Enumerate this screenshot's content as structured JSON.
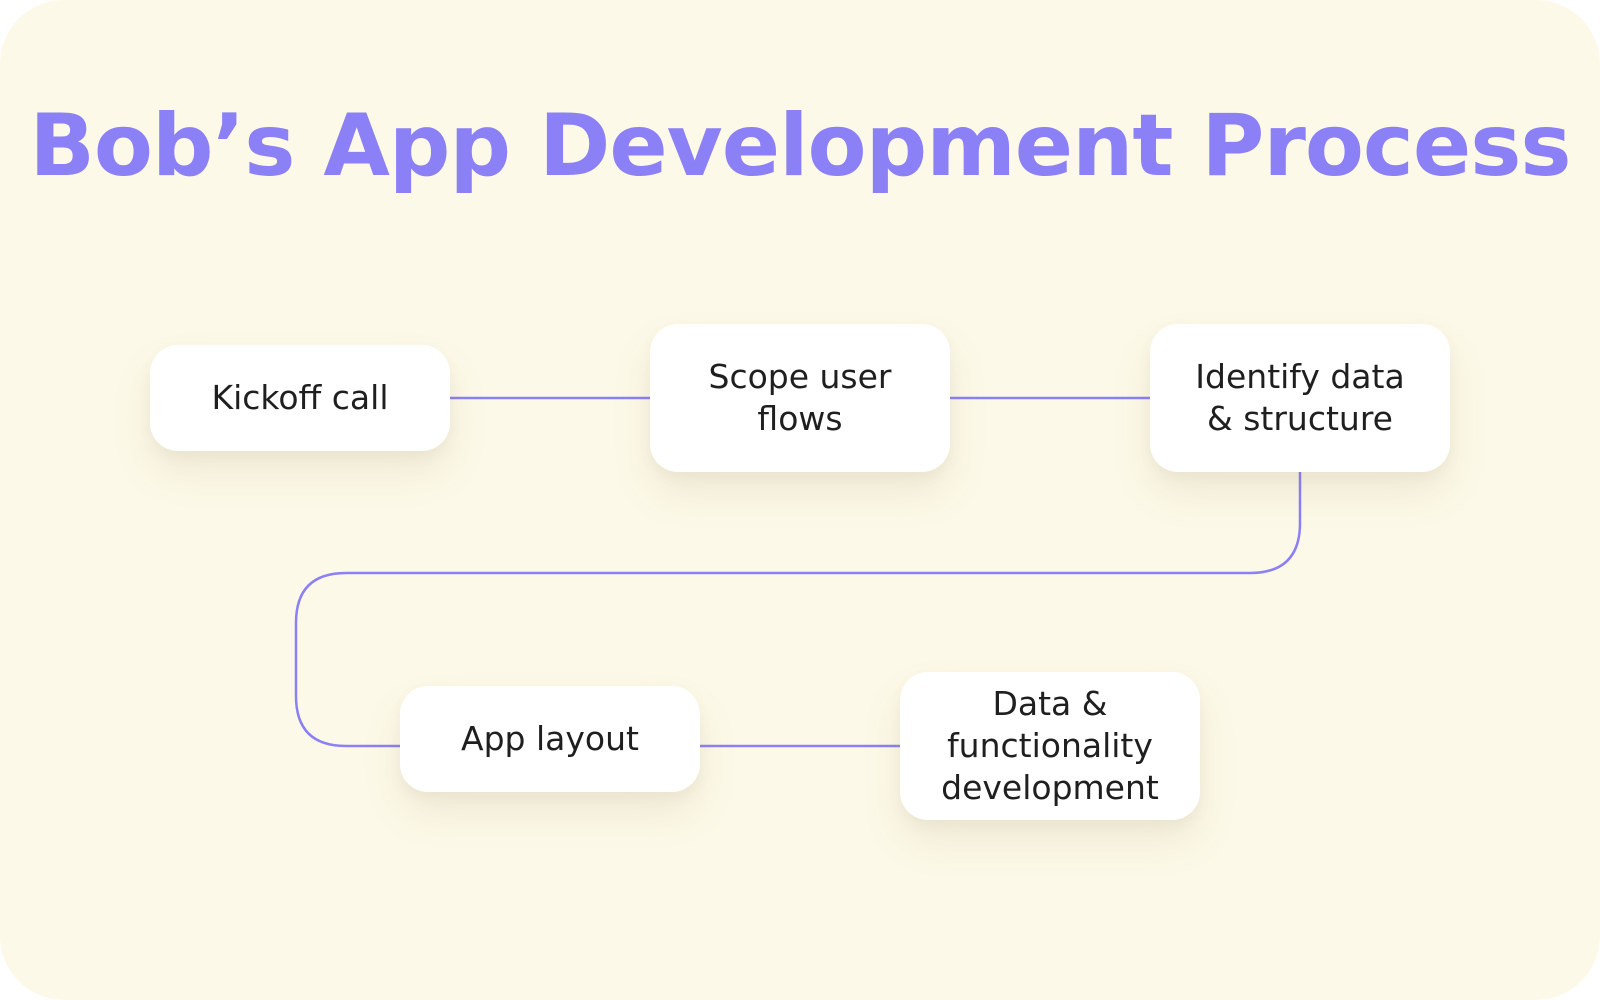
{
  "title": "Bob’s App Development Process",
  "colors": {
    "background": "#fdf9e8",
    "accent": "#8b80f5",
    "card": "#ffffff",
    "text": "#1f1f1f"
  },
  "steps": [
    {
      "label": "Kickoff call"
    },
    {
      "label": "Scope user\nflows"
    },
    {
      "label": "Identify data\n& structure"
    },
    {
      "label": "App layout"
    },
    {
      "label": "Data &\nfunctionality\ndevelopment"
    }
  ],
  "connections": [
    {
      "from": "Kickoff call",
      "to": "Scope user flows"
    },
    {
      "from": "Scope user flows",
      "to": "Identify data & structure"
    },
    {
      "from": "Identify data & structure",
      "to": "App layout"
    },
    {
      "from": "App layout",
      "to": "Data & functionality development"
    }
  ]
}
